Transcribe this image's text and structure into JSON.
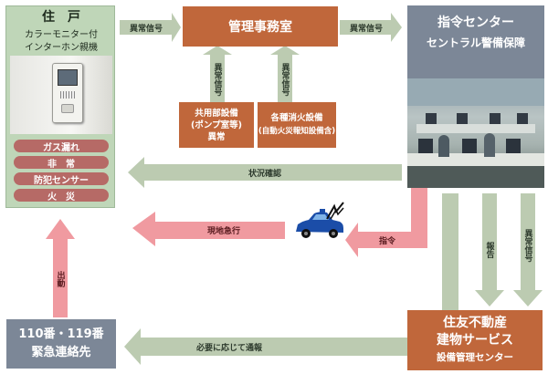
{
  "residence": {
    "title": "住　戸",
    "subtitle_line1": "カラーモニター付",
    "subtitle_line2": "インターホン親機",
    "device_screen": "",
    "alarms": [
      "ガス漏れ",
      "非　常",
      "防犯センサー",
      "火　災"
    ]
  },
  "management_office": {
    "title": "管理事務室"
  },
  "command_center": {
    "title_line1": "指令センター",
    "title_line2": "セントラル警備保障"
  },
  "equipment": {
    "common_line1": "共用部設備",
    "common_line2": "(ポンプ室等)",
    "common_line3": "異常",
    "fire_line1": "各種消火設備",
    "fire_line2": "(自動火災報知設備含)"
  },
  "emergency": {
    "line1": "110番・119番",
    "line2": "緊急連絡先"
  },
  "sumitomo": {
    "line1": "住友不動産",
    "line2": "建物サービス",
    "line3": "設備管理センター"
  },
  "labels": {
    "abnormal_signal": "異常信号",
    "status_check": "状況確認",
    "dispatch": "現地急行",
    "command": "指令",
    "report": "報告",
    "call_out": "出動",
    "notify": "必要に応じて通報"
  },
  "colors": {
    "green_arrow": "#bccbb1",
    "pink_arrow": "#f09aa0",
    "brown_box": "#c0673b",
    "gray_box": "#7c8797",
    "residence_bg": "#bfd6b8",
    "alarm_item": "#b66a66",
    "car": "#1b4da8"
  },
  "icons": [
    "car-icon",
    "radio-wave-icon",
    "intercom-icon"
  ]
}
